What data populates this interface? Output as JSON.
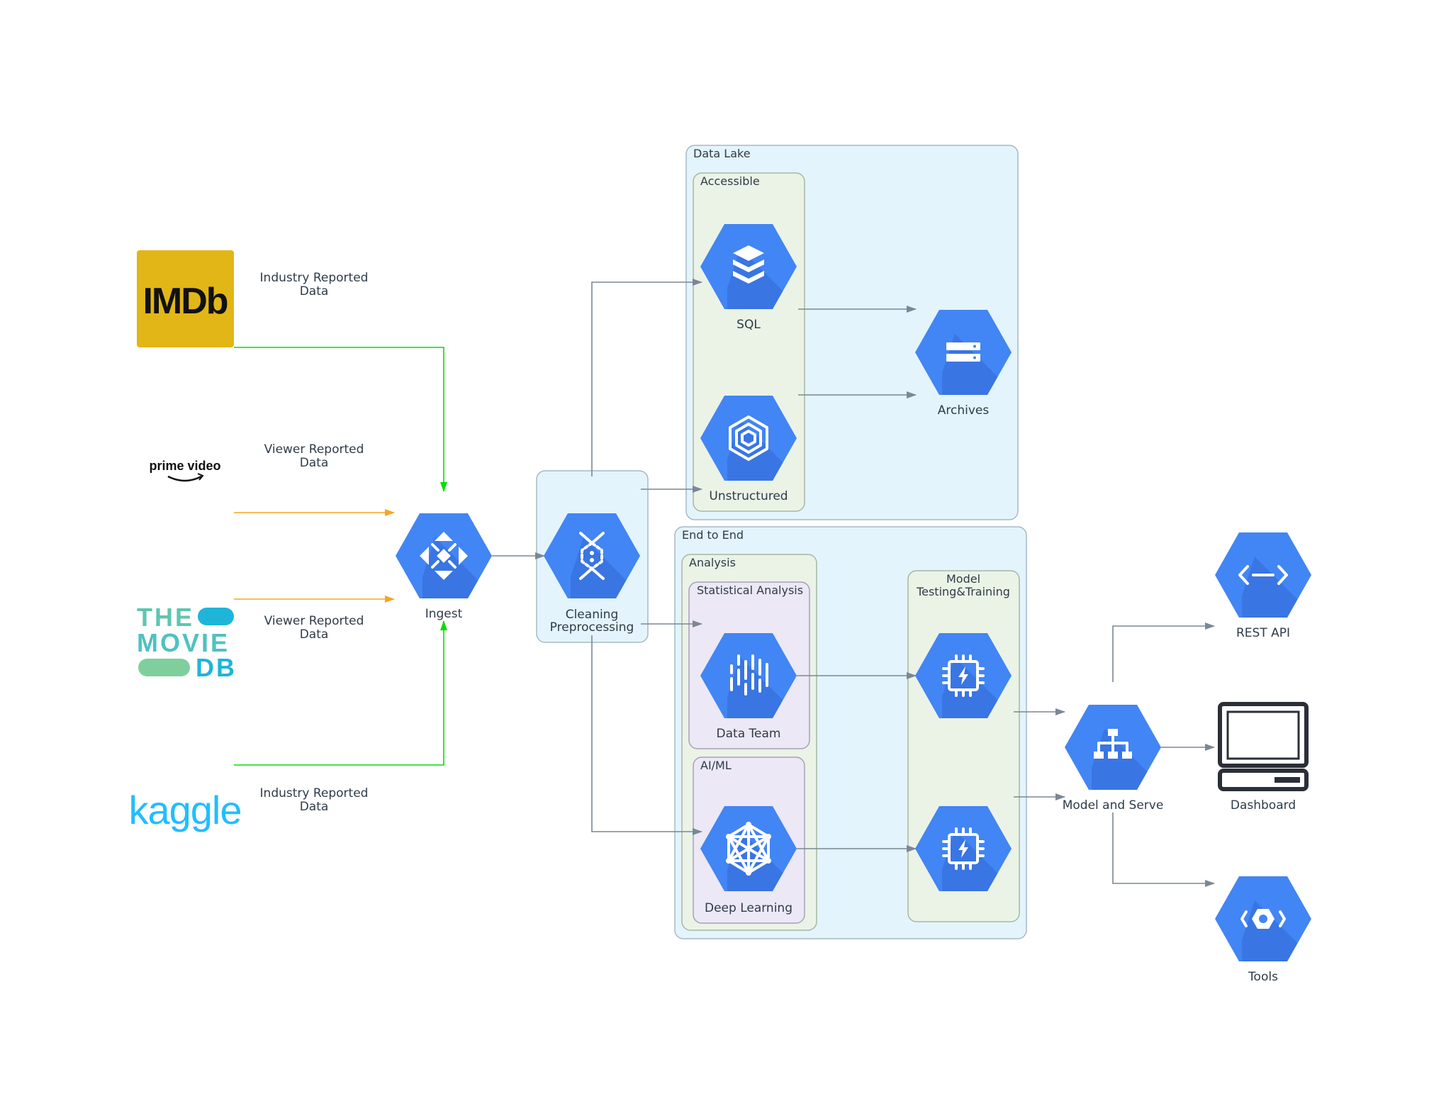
{
  "clusters": {
    "data_lake": "Data Lake",
    "accessible": "Accessible",
    "end_to_end": "End to End",
    "analysis": "Analysis",
    "statistical_analysis": "Statistical Analysis",
    "ai_ml": "AI/ML",
    "model_line1": "Model",
    "model_line2": "Testing&Training"
  },
  "sources": {
    "imdb": "IMDb",
    "prime_line1": "prime video",
    "tmdb_line1": "THE",
    "tmdb_line2": "MOVIE",
    "tmdb_line3": "DB",
    "kaggle": "kaggle"
  },
  "edge_labels": {
    "imdb_line1": "Industry Reported",
    "imdb_line2": "Data",
    "prime_line1": "Viewer Reported",
    "prime_line2": "Data",
    "tmdb_line1": "Viewer Reported",
    "tmdb_line2": "Data",
    "kaggle_line1": "Industry Reported",
    "kaggle_line2": "Data"
  },
  "nodes": {
    "ingest": "Ingest",
    "cleaning_line1": "Cleaning",
    "cleaning_line2": "Preprocessing",
    "sql": "SQL",
    "unstructured": "Unstructured",
    "archives": "Archives",
    "data_team": "Data Team",
    "deep_learning": "Deep Learning",
    "model_and_serve": "Model and Serve",
    "rest_api": "REST API",
    "dashboard": "Dashboard",
    "tools": "Tools"
  },
  "colors": {
    "gcp_blue": "#4285f4",
    "industry_edge": "#00e000",
    "viewer_edge": "#f5a623",
    "default_edge": "#7b8794",
    "cluster_blue": "#e3f4fc",
    "cluster_green": "#ebf3e7",
    "cluster_purple": "#ece8f6",
    "imdb_yellow": "#e2b616",
    "kaggle_cyan": "#20beff"
  },
  "icons": {
    "ingest": "pubsub-icon",
    "cleaning": "dataflow-icon",
    "sql": "cloud-sql-icon",
    "unstructured": "bigtable-icon",
    "archives": "storage-icon",
    "data_team": "dataprep-icon",
    "deep_learning": "ml-engine-icon",
    "model_1": "tpu-icon",
    "model_2": "tpu-icon",
    "model_and_serve": "load-balancing-icon",
    "rest_api": "api-icon",
    "dashboard": "computer-icon",
    "tools": "compute-icon"
  }
}
